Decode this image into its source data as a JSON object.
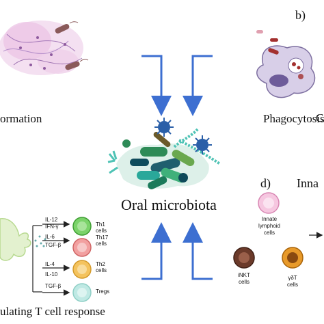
{
  "panels": {
    "left_top": {
      "label": "ormation"
    },
    "b": {
      "letter": "b)",
      "label": "Phagocytosis"
    },
    "center": {
      "label": "Oral microbiota"
    },
    "d": {
      "letter": "d)",
      "title_partial": "Inna",
      "edge_letter": "C"
    },
    "left_bottom": {
      "label": "ulating T cell response"
    }
  },
  "cytokines": [
    {
      "lines": [
        "IL-12",
        "IFN-γ"
      ],
      "cell": "Th1",
      "cell2": "cells",
      "color": "#7bd36a"
    },
    {
      "lines": [
        "IL-6",
        "TGF-β"
      ],
      "cell": "Th17",
      "cell2": "cells",
      "color": "#f2a0a0"
    },
    {
      "lines": [
        "IL-4",
        "IL-10"
      ],
      "cell": "Th2",
      "cell2": "cells",
      "color": "#f4c35e"
    },
    {
      "lines": [
        "TGF-β"
      ],
      "cell": "Tregs",
      "cell2": "",
      "color": "#a8e4de"
    }
  ],
  "innate_cells": [
    {
      "l1": "Innate",
      "l2": "lymphoid",
      "l3": "cells"
    },
    {
      "l1": "iNKT",
      "l2": "cells",
      "l3": ""
    },
    {
      "l1": "γδT",
      "l2": "cells",
      "l3": ""
    }
  ],
  "colors": {
    "arrow": "#3d6fd1",
    "virus": "#2a5fa8"
  }
}
